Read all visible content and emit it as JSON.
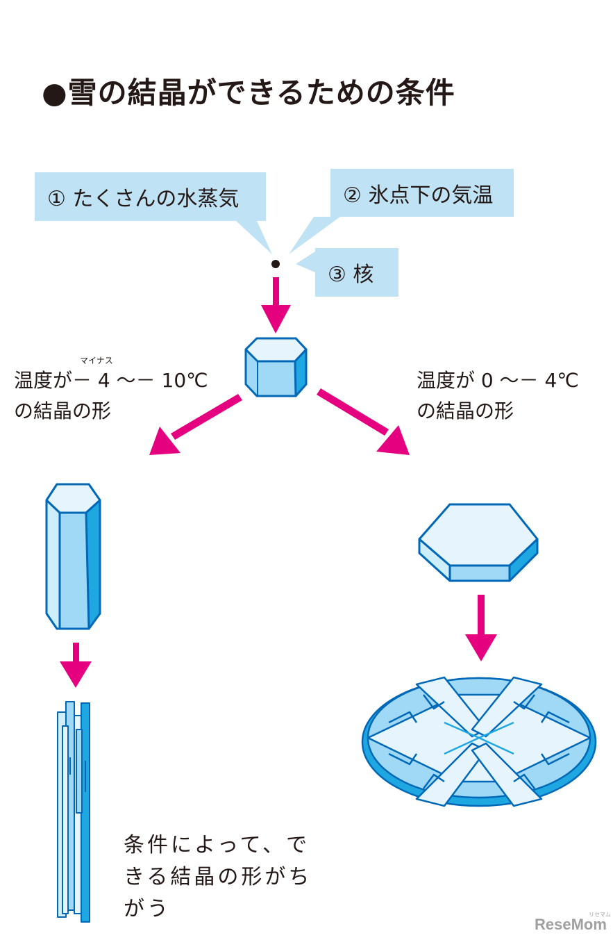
{
  "title": "●雪の結晶ができるための条件",
  "callouts": {
    "vapor": "① たくさんの水蒸気",
    "temp": "② 氷点下の気温",
    "nucleus": "③ 核"
  },
  "left_condition": {
    "ruby": "マイナス",
    "line1": "温度が－ 4 〜－ 10℃",
    "line2": "の結晶の形"
  },
  "right_condition": {
    "line1": "温度が 0 〜－ 4℃",
    "line2": "の結晶の形"
  },
  "note": {
    "line1": "条件によって、で",
    "line2": "きる結晶の形がち",
    "line3": "がう"
  },
  "watermark": {
    "main": "ReseMom",
    "small": "リセマム"
  },
  "colors": {
    "arrow": "#e4007f",
    "callout_bg": "#bfe3f5",
    "crystal_outline": "#0068b7",
    "crystal_light": "#e6f5fd",
    "crystal_mid": "#9fd9f6",
    "crystal_dark": "#1ea7e1"
  }
}
